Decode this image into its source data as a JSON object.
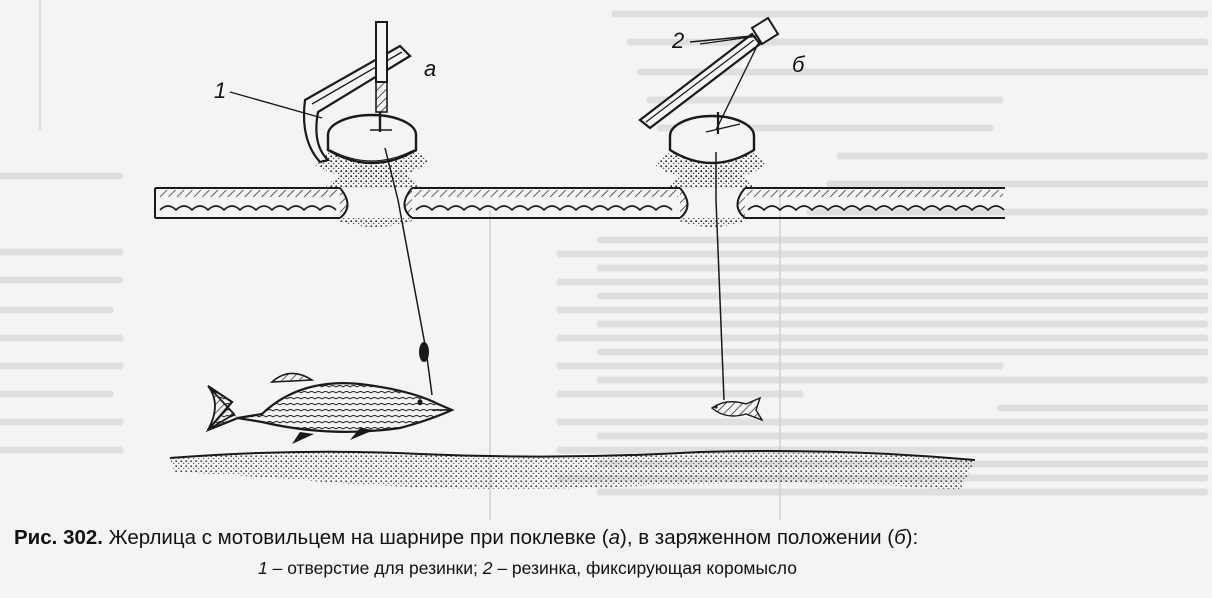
{
  "labels": {
    "a": "а",
    "b": "б",
    "n1": "1",
    "n2": "2"
  },
  "caption": {
    "fig_num": "Рис. 302.",
    "line1_part1": " Жерлица с мотовильцем на шарнире при поклевке (",
    "line1_a": "а",
    "line1_part2": "), в заряженном положении (",
    "line1_b": "б",
    "line1_part3": "):",
    "line2_n1": "1",
    "line2_part1": " – отверстие для резинки; ",
    "line2_n2": "2",
    "line2_part2": " – резинка, фиксирующая коромысло"
  },
  "colors": {
    "ink": "#1a1a1a",
    "background": "#f3f4f4",
    "bleed_text": "#c9cccd"
  }
}
